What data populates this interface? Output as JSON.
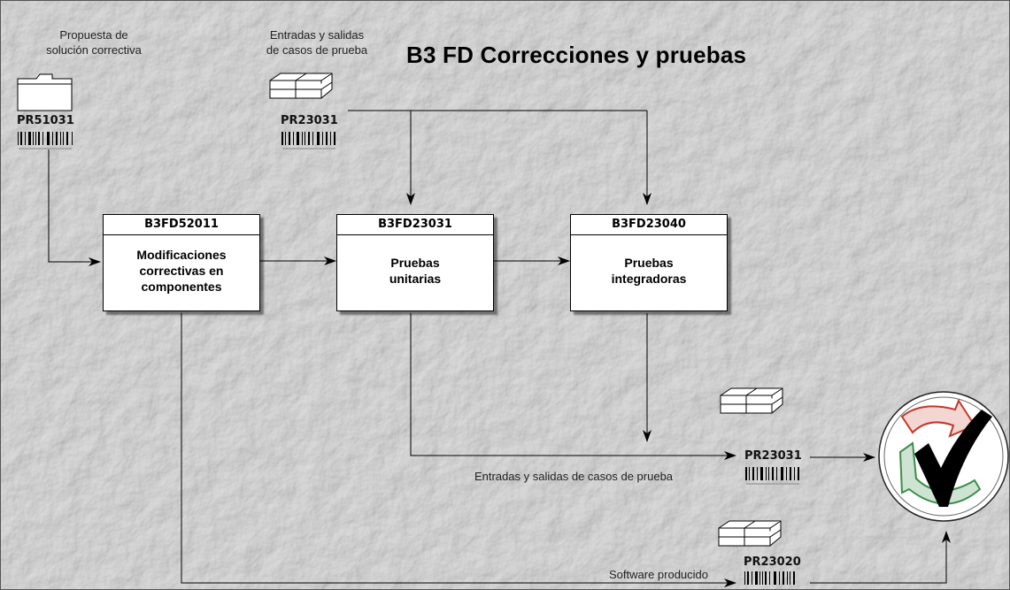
{
  "title": "B3 FD   Correcciones y pruebas",
  "inputs": {
    "proposal": {
      "label": "Propuesta de\nsolución correctiva",
      "code": "PR51031",
      "icon": "folder-icon"
    },
    "test_cases": {
      "label": "Entradas y salidas\nde casos de prueba",
      "code": "PR23031",
      "icon": "data-stack-icon"
    }
  },
  "processes": [
    {
      "id": "B3FD52011",
      "name": "Modificaciones\ncorrectivas en\ncomponentes"
    },
    {
      "id": "B3FD23031",
      "name": "Pruebas\nunitarias"
    },
    {
      "id": "B3FD23040",
      "name": "Pruebas\nintegradoras"
    }
  ],
  "outputs": {
    "test_cases": {
      "label": "Entradas y salidas de casos de prueba",
      "code": "PR23031",
      "icon": "data-stack-icon"
    },
    "software": {
      "label": "Software producido",
      "code": "PR23020",
      "icon": "data-stack-icon"
    }
  },
  "end_symbol": "checkmark-icon",
  "colors": {
    "background": "#e9e9e9",
    "line": "#000000",
    "check_red": "#c0392b",
    "check_green": "#3a8f4a"
  }
}
